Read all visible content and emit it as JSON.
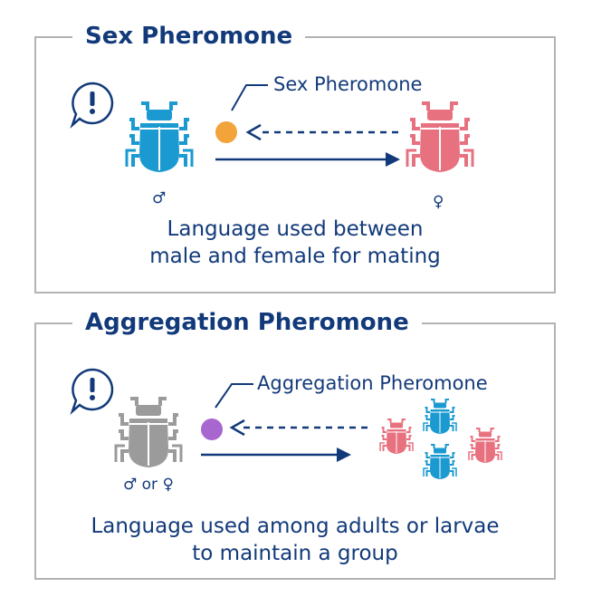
{
  "sex_pheromone": {
    "title": "Sex Pheromone",
    "pheromone_label": "Sex Pheromone",
    "male_symbol": "♂",
    "female_symbol": "♀",
    "caption_line1": "Language used between",
    "caption_line2": "male and female for mating"
  },
  "aggregation_pheromone": {
    "title": "Aggregation Pheromone",
    "pheromone_label": "Aggregation Pheromone",
    "sender_symbol": "♂ or ♀",
    "caption_line1": "Language used among adults or larvae",
    "caption_line2": "to maintain a group"
  },
  "colors": {
    "navy": "#123a7a",
    "male_beetle": "#1a9ad0",
    "female_beetle": "#e8717f",
    "neutral_beetle": "#9b9b9b",
    "sex_pheromone_dot": "#f2a33a",
    "aggregation_pheromone_dot": "#a866cf",
    "border": "#b3b3b3"
  },
  "icons": [
    "exclamation-bubble-icon",
    "beetle-icon"
  ]
}
